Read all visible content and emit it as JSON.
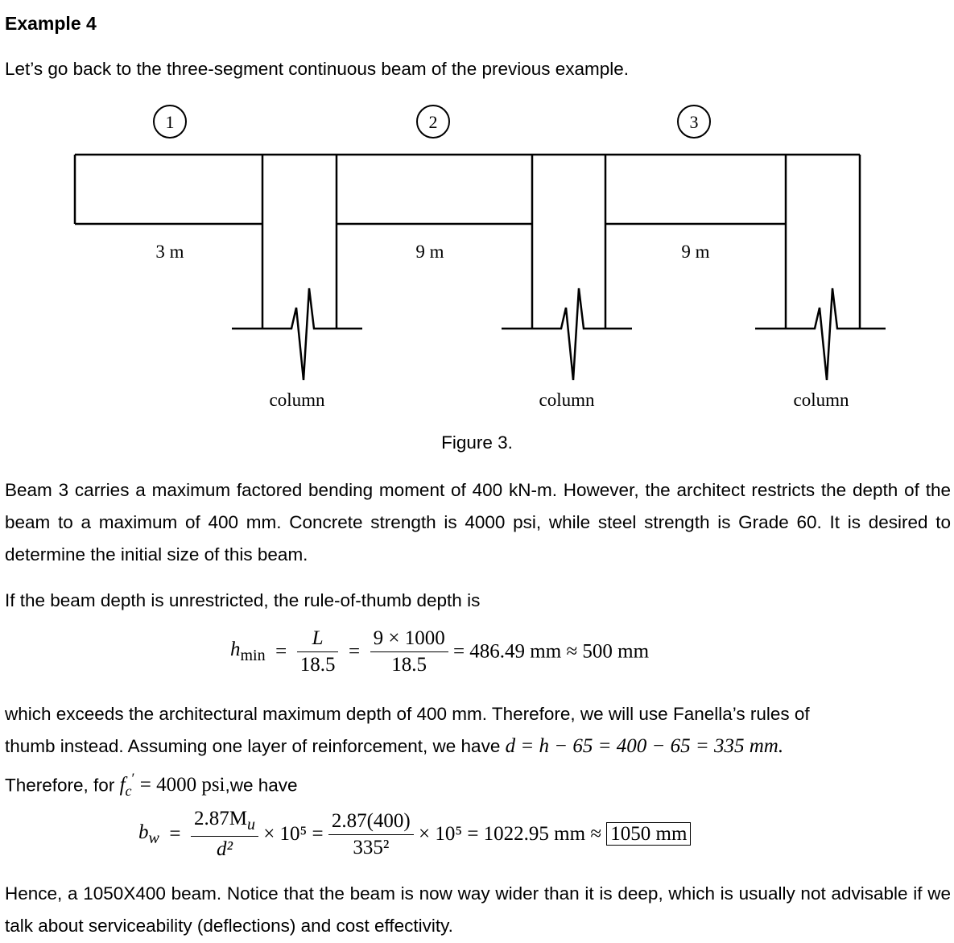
{
  "heading": "Example 4",
  "intro": "Let’s go back to the three-segment continuous beam of the previous example.",
  "figure": {
    "circle_labels": [
      "1",
      "2",
      "3"
    ],
    "span_labels": [
      "3 m",
      "9 m",
      "9 m"
    ],
    "column_labels": [
      "column",
      "column",
      "column"
    ],
    "caption": "Figure 3."
  },
  "para1": "Beam 3 carries a maximum factored bending moment of 400 kN-m. However, the architect restricts the depth of the beam to a maximum of 400 mm. Concrete strength is 4000 psi, while steel strength is Grade 60. It is desired to determine the initial size of this beam.",
  "para2": "If the beam depth is unrestricted, the rule-of-thumb depth is",
  "eq1": {
    "lhs_var": "h",
    "lhs_sub": "min",
    "f1_num": "L",
    "f1_den": "18.5",
    "f2_num": "9 × 1000",
    "f2_den": "18.5",
    "result": "= 486.49 mm ≈ 500 mm"
  },
  "para3": {
    "line1": "which exceeds the architectural maximum depth of 400 mm. Therefore, we will use Fanella’s rules of",
    "line2_text": "thumb instead. Assuming one layer of reinforcement, we have",
    "line2_math": "d = h − 65 = 400 − 65 = 335 mm.",
    "line3_text1": "Therefore, for",
    "line3_fc_var": "f",
    "line3_fc_sub": "c",
    "line3_math": "= 4000 psi",
    "line3_text2": ",we have"
  },
  "eq2": {
    "lhs_var": "b",
    "lhs_sub": "w",
    "f1_num": "2.87M",
    "f1_num_sub": "u",
    "f1_den": "d²",
    "times1": "× 10⁵ =",
    "f2_num": "2.87(400)",
    "f2_den": "335²",
    "times2": "× 10⁵ = 1022.95 mm ≈",
    "boxed": "1050 mm"
  },
  "para4": "Hence, a 1050X400 beam. Notice that the beam is now way wider than it is deep, which is usually not advisable if we talk about serviceability (deflections) and cost effectivity."
}
